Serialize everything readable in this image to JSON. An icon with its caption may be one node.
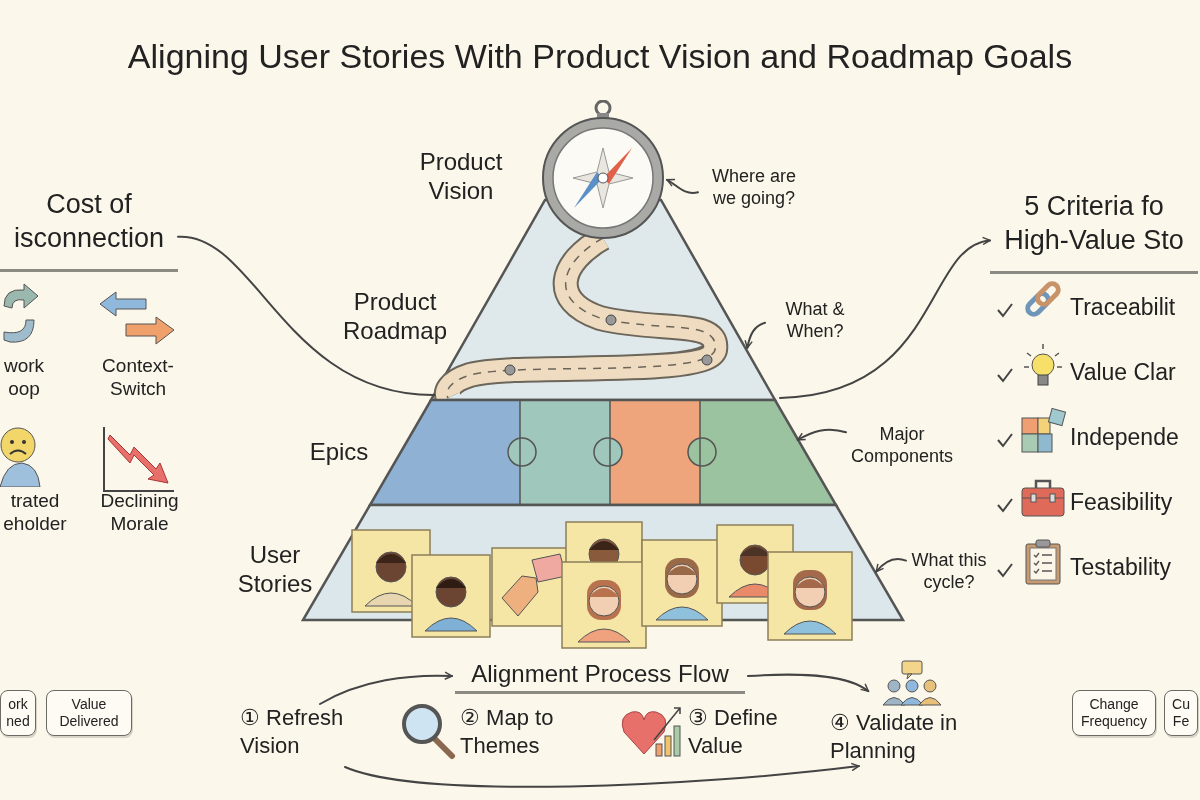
{
  "diagram": {
    "title": "Aligning User Stories With Product Vision and Roadmap Goals",
    "nodes": [
      {
        "text": [
          "Product Vision"
        ]
      },
      {
        "text": [
          "Product Roadmap"
        ]
      },
      {
        "text": [
          "Epics"
        ]
      },
      {
        "text": [
          "User Stories"
        ]
      },
      {
        "text": [
          "Where are we going?"
        ]
      },
      {
        "text": [
          "What & When?"
        ]
      },
      {
        "text": [
          "Major Components"
        ]
      },
      {
        "text": [
          "What this cycle?"
        ]
      },
      {
        "text": [
          "Cost of isconnection"
        ]
      },
      {
        "text": [
          "5 Criteria fo High-Value Sto"
        ]
      },
      {
        "text": [
          "Alignment Process Flow"
        ]
      },
      {
        "text": [
          "① Refresh Vision"
        ]
      },
      {
        "text": [
          "② Map to Themes"
        ]
      },
      {
        "text": [
          "③ Define Value"
        ]
      },
      {
        "text": [
          "④ Validate in Planning"
        ]
      },
      {
        "text": [
          "ork ned"
        ]
      },
      {
        "text": [
          "Value Delivered"
        ]
      },
      {
        "text": [
          "Change Frequency"
        ]
      },
      {
        "text": [
          "Cu Fe"
        ]
      }
    ],
    "edges": [
      {
        "from": 4,
        "to": 0,
        "arrow": "to"
      },
      {
        "from": 5,
        "to": 1,
        "arrow": "to"
      },
      {
        "from": 6,
        "to": 2,
        "arrow": "to"
      },
      {
        "from": 7,
        "to": 3,
        "arrow": "to"
      },
      {
        "from": 8,
        "to": 1,
        "arrow": "none"
      },
      {
        "from": 1,
        "to": 9,
        "arrow": "to"
      },
      {
        "from": 11,
        "to": 10,
        "arrow": "to"
      },
      {
        "from": 10,
        "to": 14,
        "arrow": "to"
      },
      {
        "from": 11,
        "to": 14,
        "arrow": "to"
      }
    ],
    "labels": [
      "work oop",
      "Context- Switch",
      "trated eholder",
      "Declining Morale",
      "Traceabilit",
      "Value Clar",
      "Independe",
      "Feasibility",
      "Testability"
    ]
  }
}
